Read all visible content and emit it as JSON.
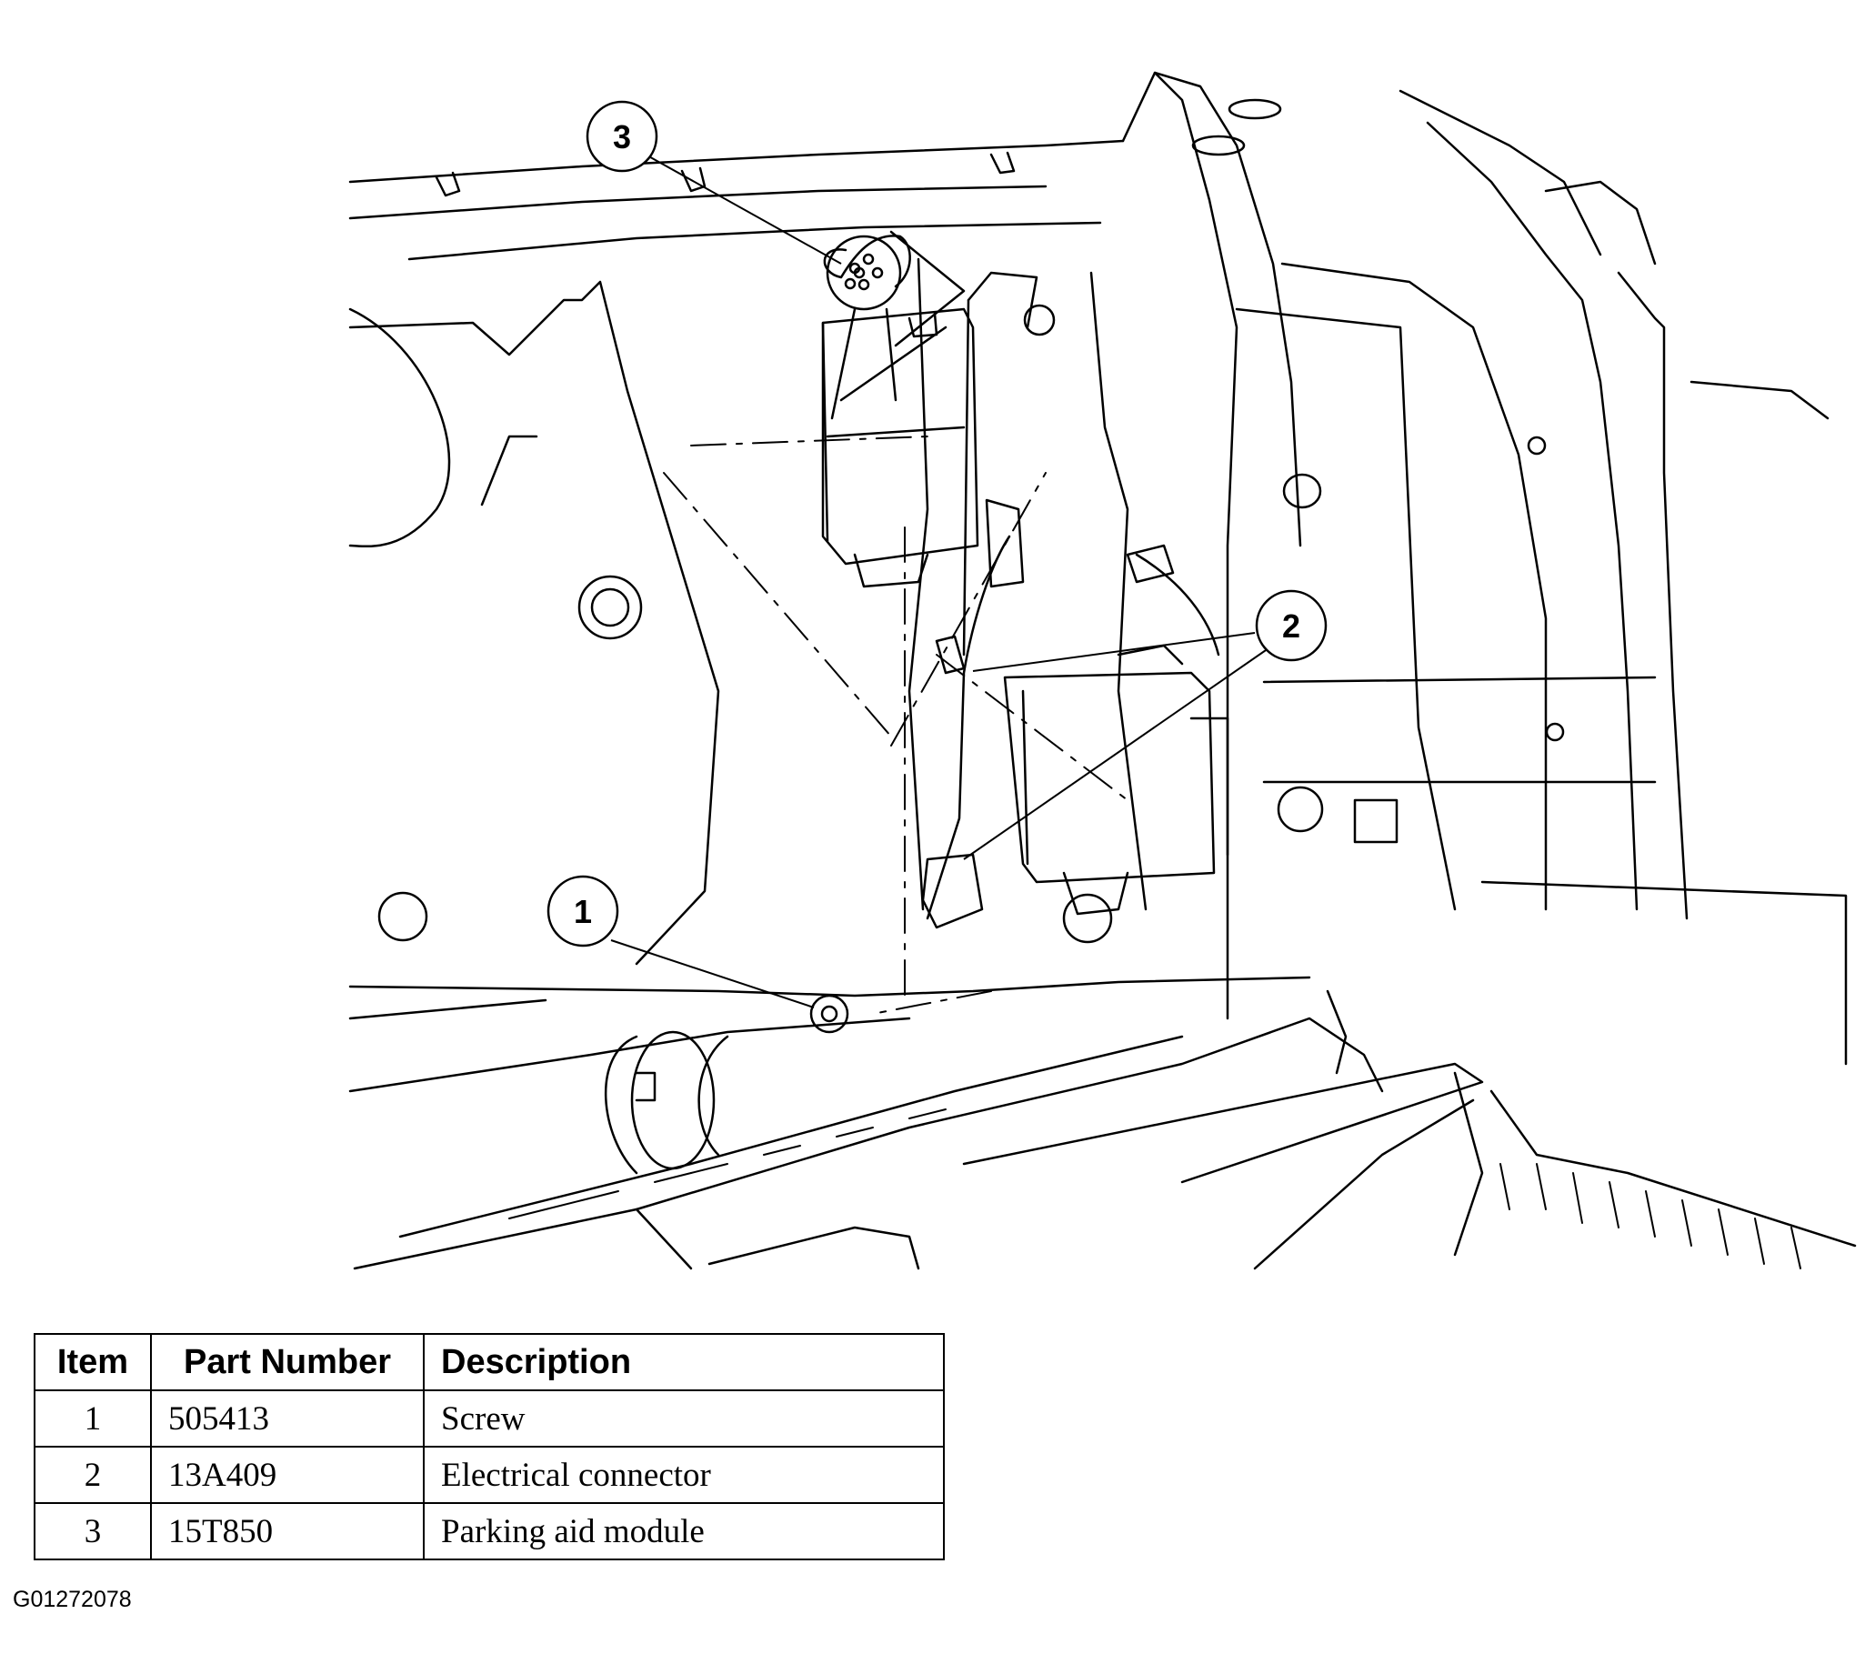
{
  "callouts": [
    "1",
    "2",
    "3"
  ],
  "table": {
    "headers": [
      "Item",
      "Part Number",
      "Description"
    ],
    "rows": [
      {
        "item": "1",
        "part": "505413",
        "desc": "Screw"
      },
      {
        "item": "2",
        "part": "13A409",
        "desc": "Electrical connector"
      },
      {
        "item": "3",
        "part": "15T850",
        "desc": "Parking aid module"
      }
    ]
  },
  "figure_id": "G01272078"
}
